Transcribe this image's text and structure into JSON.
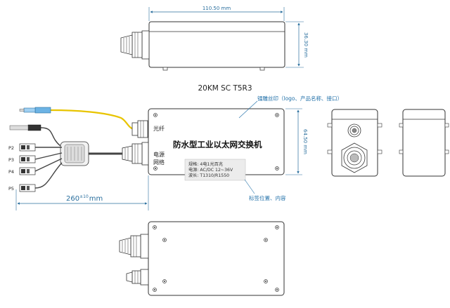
{
  "top_width_label": "110.50 mm",
  "top_height_label": "36.30 mm",
  "model_label": "20KM SC T5R3",
  "fiber_label": "光纤",
  "power_label": "电源",
  "network_label": "网络",
  "product_name": "防水型工业以太网交换机",
  "spec_lines": [
    "规格: 4电1光百兆",
    "电源: AC/DC 12~36V",
    "波长: T1310/R1550"
  ],
  "silkscreen_note": "镭雕丝印（logo、产品名称、接口）",
  "label_note": "标签位置、内容",
  "front_height_label": "64.50 mm",
  "cable_length_label": "260",
  "cable_tolerance": "±10",
  "cable_unit": "mm",
  "port_labels": [
    "P2",
    "P3",
    "P4",
    "P5"
  ]
}
